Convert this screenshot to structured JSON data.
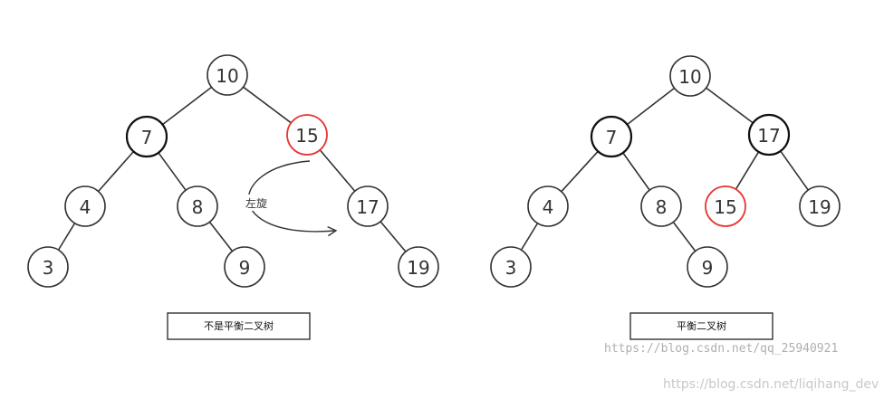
{
  "left_tree": {
    "nodes": [
      {
        "id": "n10",
        "label": "10",
        "style": "normal"
      },
      {
        "id": "n7",
        "label": "7",
        "style": "bold"
      },
      {
        "id": "n15",
        "label": "15",
        "style": "red"
      },
      {
        "id": "n4",
        "label": "4",
        "style": "normal"
      },
      {
        "id": "n8",
        "label": "8",
        "style": "normal"
      },
      {
        "id": "n17",
        "label": "17",
        "style": "normal"
      },
      {
        "id": "n3",
        "label": "3",
        "style": "normal"
      },
      {
        "id": "n9",
        "label": "9",
        "style": "normal"
      },
      {
        "id": "n19",
        "label": "19",
        "style": "normal"
      }
    ],
    "edges": [
      [
        "n10",
        "n7"
      ],
      [
        "n10",
        "n15"
      ],
      [
        "n7",
        "n4"
      ],
      [
        "n7",
        "n8"
      ],
      [
        "n15",
        "n17"
      ],
      [
        "n4",
        "n3"
      ],
      [
        "n8",
        "n9"
      ],
      [
        "n17",
        "n19"
      ]
    ],
    "caption": "不是平衡二叉树",
    "rotation_label": "左旋"
  },
  "right_tree": {
    "nodes": [
      {
        "id": "m10",
        "label": "10",
        "style": "normal"
      },
      {
        "id": "m7",
        "label": "7",
        "style": "bold"
      },
      {
        "id": "m17",
        "label": "17",
        "style": "bold"
      },
      {
        "id": "m4",
        "label": "4",
        "style": "normal"
      },
      {
        "id": "m8",
        "label": "8",
        "style": "normal"
      },
      {
        "id": "m15",
        "label": "15",
        "style": "red"
      },
      {
        "id": "m19",
        "label": "19",
        "style": "normal"
      },
      {
        "id": "m3",
        "label": "3",
        "style": "normal"
      },
      {
        "id": "m9",
        "label": "9",
        "style": "normal"
      }
    ],
    "edges": [
      [
        "m10",
        "m7"
      ],
      [
        "m10",
        "m17"
      ],
      [
        "m7",
        "m4"
      ],
      [
        "m7",
        "m8"
      ],
      [
        "m17",
        "m15"
      ],
      [
        "m17",
        "m19"
      ],
      [
        "m4",
        "m3"
      ],
      [
        "m8",
        "m9"
      ]
    ],
    "caption": "平衡二叉树"
  },
  "colors": {
    "highlight": "#e53935",
    "stroke": "#333333"
  },
  "watermarks": {
    "line1": "https://blog.csdn.net/qq_25940921",
    "line2": "https://blog.csdn.net/liqihang_dev"
  }
}
